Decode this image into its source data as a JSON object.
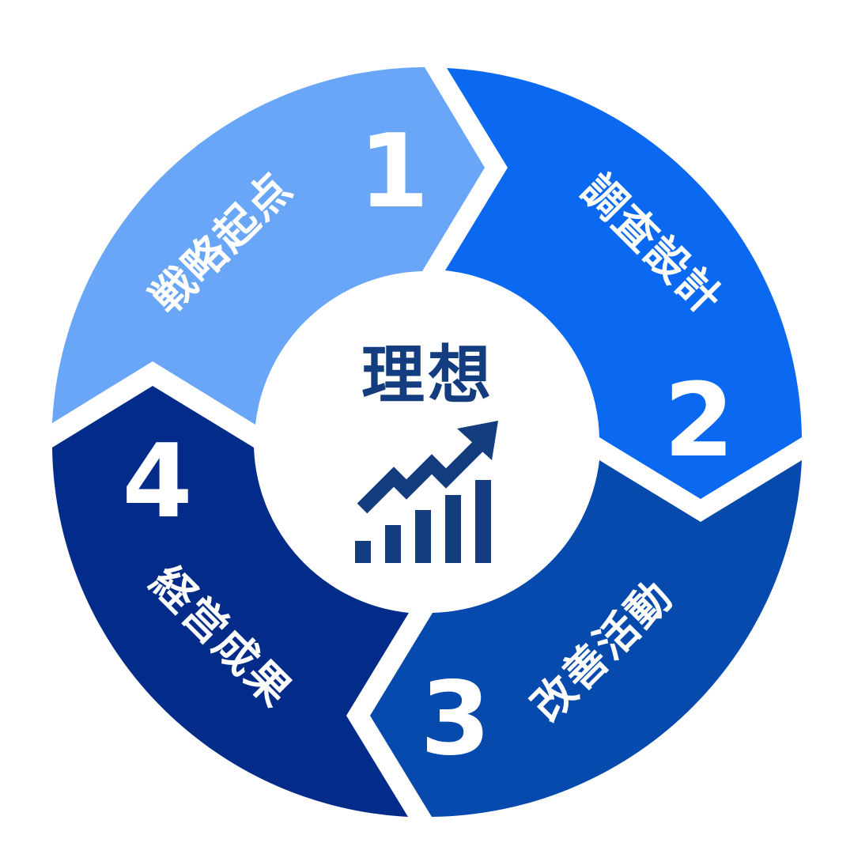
{
  "center": {
    "title": "理想",
    "icon": "growth-chart-icon",
    "color": "#143d7f"
  },
  "segments": [
    {
      "number": "1",
      "label": "戦略起点",
      "color": "#6aa6f8"
    },
    {
      "number": "2",
      "label": "調査設計",
      "color": "#0b69f1"
    },
    {
      "number": "3",
      "label": "改善活動",
      "color": "#074aae"
    },
    {
      "number": "4",
      "label": "経営成果",
      "color": "#022b8a"
    }
  ]
}
